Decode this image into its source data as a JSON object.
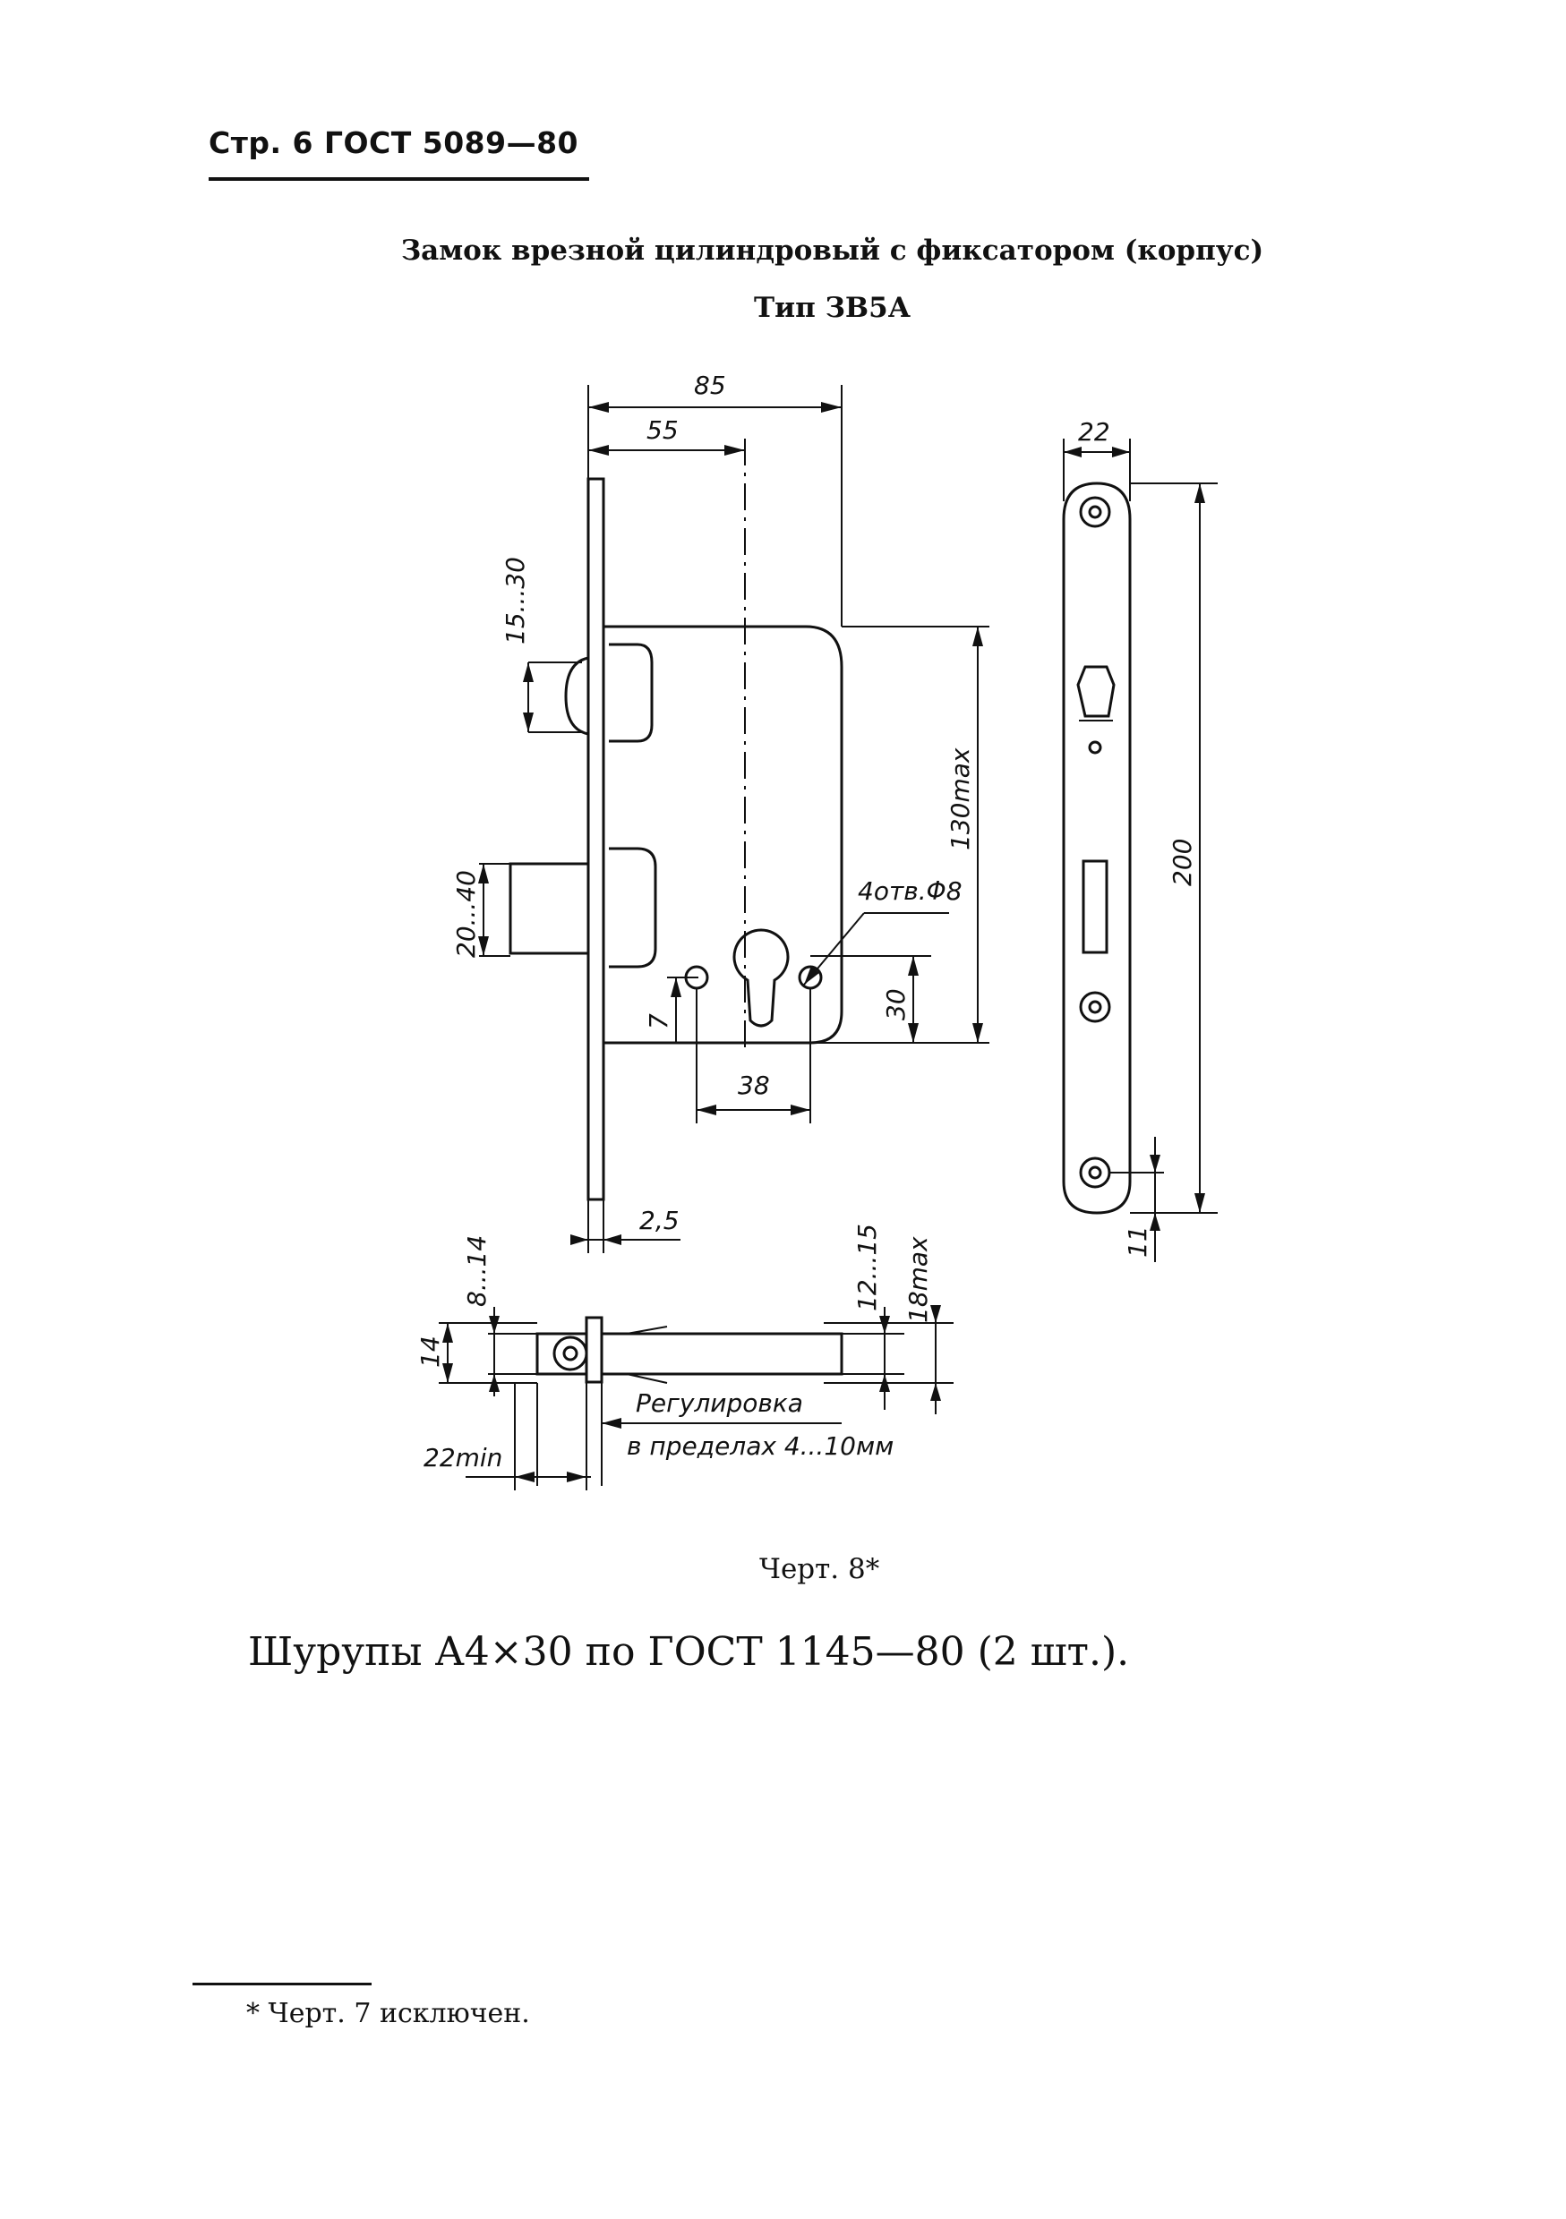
{
  "header": {
    "text": "Стр. 6 ГОСТ 5089—80"
  },
  "title": {
    "line1": "Замок врезной цилиндровый с фиксатором (корпус)",
    "line2": "Тип ЗВ5А"
  },
  "drawing": {
    "dimensions": {
      "d85": "85",
      "d55": "55",
      "d22_top": "22",
      "d15_30": "15...30",
      "d130max": "130max",
      "d200": "200",
      "d20_40": "20...40",
      "holes": "4отв.Φ8",
      "d7": "7",
      "d30": "30",
      "d38": "38",
      "d2_5": "2,5",
      "d11": "11",
      "d8_14": "8...14",
      "d14": "14",
      "d12_15": "12...15",
      "d18max": "18max",
      "adjust1": "Регулировка",
      "adjust2": "в пределах 4...10мм",
      "d22min": "22min"
    }
  },
  "caption": "Черт. 8*",
  "screws": "Шурупы А4×30 по ГОСТ 1145—80 (2 шт.).",
  "footnote": "* Черт. 7 исключен."
}
